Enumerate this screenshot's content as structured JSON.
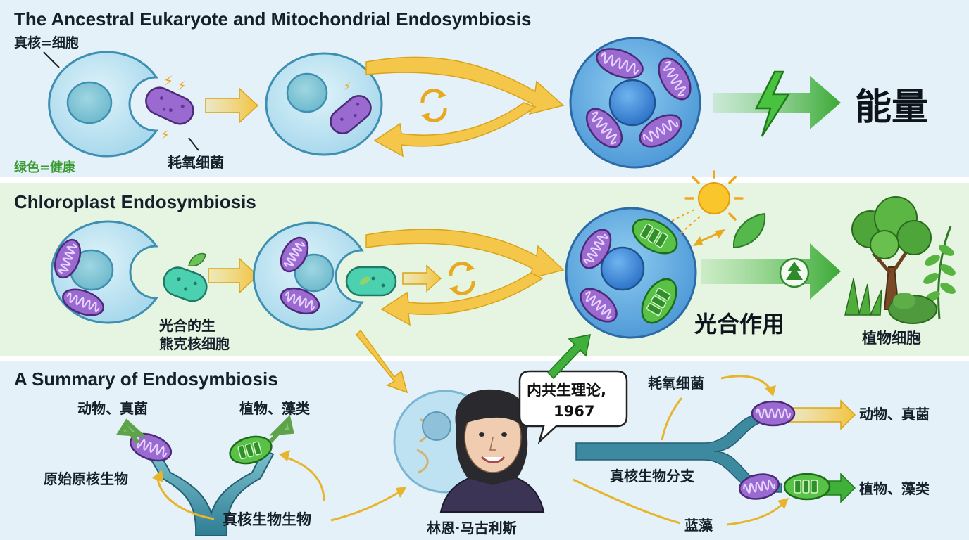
{
  "sections": {
    "mito": {
      "title": "The Ancestral Eukaryote and Mitochondrial Endosymbiosis",
      "host_label": "真核=细胞",
      "bacteria_label": "耗氧细菌",
      "legend": "绿色=健康",
      "result": "能量"
    },
    "chloro": {
      "title": "Chloroplast Endosymbiosis",
      "bacteria_label_1": "光合的生",
      "bacteria_label_2": "熊克核细胞",
      "process": "光合作用",
      "result": "植物细胞"
    },
    "summary": {
      "title": "A Summary of Endosymbiosis",
      "branch_animals": "动物、真菌",
      "branch_plants": "植物、藻类",
      "prokaryote": "原始原核生物",
      "eukaryote": "真核生物生物",
      "scientist": "林恩·马古利斯",
      "bubble_1": "内共生理论,",
      "bubble_2": "1967",
      "right_bacteria": "耗氧细菌",
      "right_branch": "真核生物分支",
      "right_cyano": "蓝藻",
      "right_animals": "动物、真菌",
      "right_plants": "植物、藻类"
    }
  },
  "colors": {
    "band_top": "#e4f1f8",
    "band_mid": "#e6f5e2",
    "band_bottom": "#e4f1f8",
    "cell_fill": "#c7e8f3",
    "cell_stroke": "#3e8fb2",
    "mito_fill": "#9b6ad0",
    "chloro_fill": "#58c246",
    "arrow_yellow": "#f4c64a",
    "arrow_green": "#3fb13a",
    "branch_trunk": "#3d8aa0"
  }
}
